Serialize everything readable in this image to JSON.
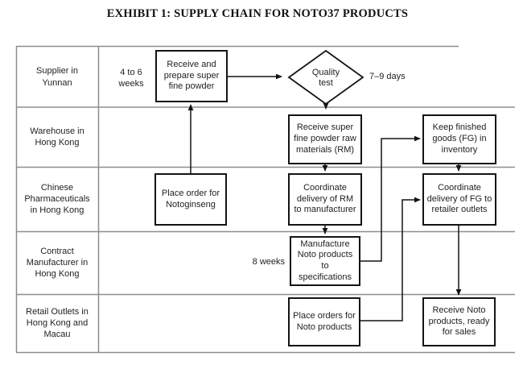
{
  "title": "EXHIBIT 1: SUPPLY CHAIN FOR NOTO37 PRODUCTS",
  "lanes": [
    "Supplier in Yunnan",
    "Warehouse in Hong Kong",
    "Chinese Pharmaceuticals in Hong Kong",
    "Contract Manufacturer in Hong Kong",
    "Retail Outlets in Hong Kong and Macau"
  ],
  "nodes": {
    "receive_prepare": "Receive and prepare super fine powder",
    "quality_test": "Quality test",
    "receive_rm": "Receive super fine powder raw materials (RM)",
    "keep_fg": "Keep finished goods (FG) in inventory",
    "place_order_notoginseng": "Place order for Notoginseng",
    "coordinate_rm": "Coordinate delivery of RM to manufacturer",
    "coordinate_fg": "Coordinate delivery of FG to retailer outlets",
    "manufacture": "Manufacture Noto products to specifications",
    "place_orders_noto": "Place orders for Noto products",
    "receive_noto": "Receive Noto products, ready for sales"
  },
  "durations": {
    "supplier_lead_time": "4 to 6 weeks",
    "quality_test_time": "7–9 days",
    "manufacturing_time": "8 weeks"
  },
  "colors": {
    "grid_line": "#8d8d8d",
    "flow_line": "#141414",
    "text": "#1f1f1f",
    "background": "#ffffff"
  }
}
